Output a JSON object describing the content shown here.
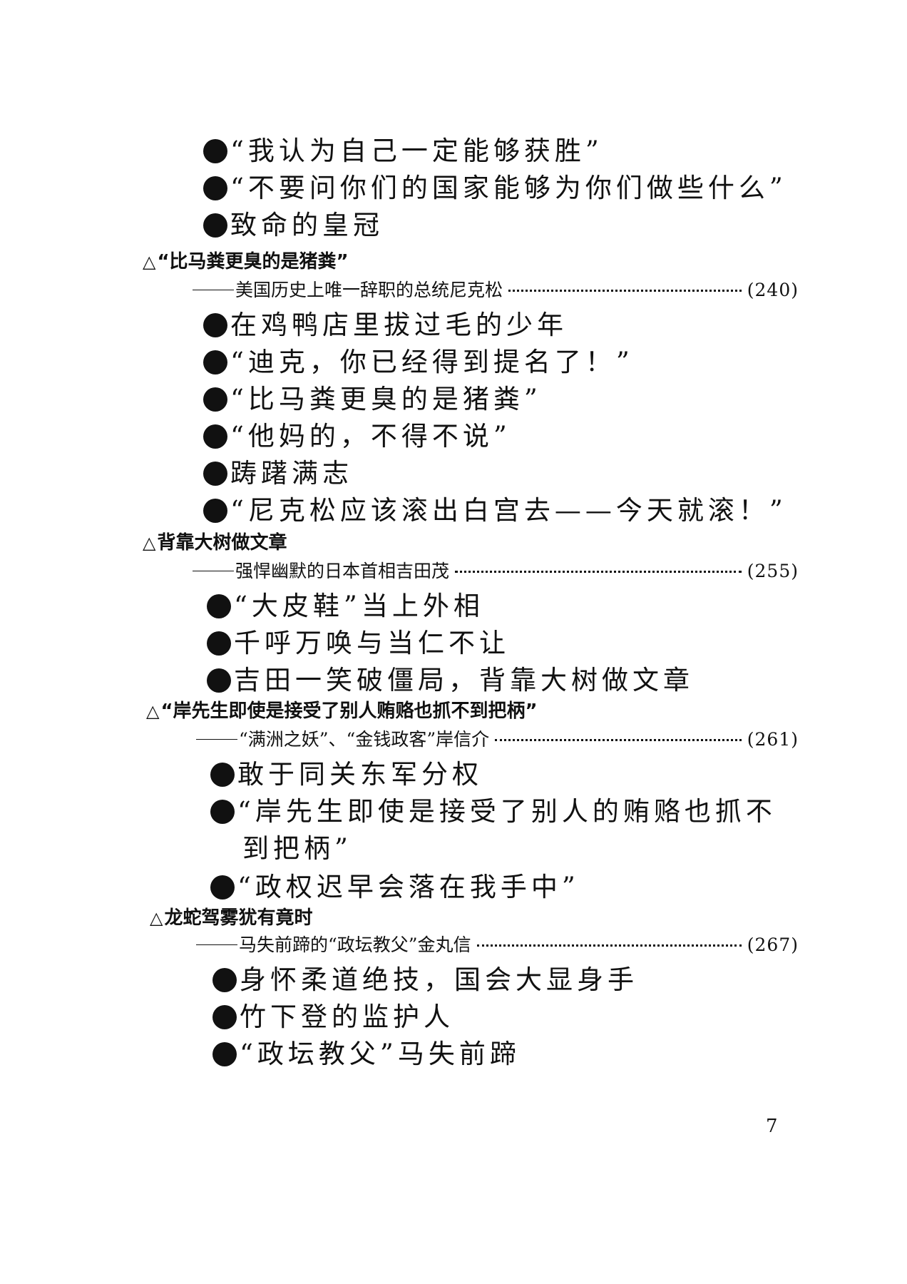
{
  "items_a": [
    "“我认为自己一定能够获胜”",
    "“不要问你们的国家能够为你们做些什么”",
    "致命的皇冠"
  ],
  "sections": [
    {
      "heading": "“比马粪更臭的是猪粪”",
      "subtitle": "美国历史上唯一辞职的总统尼克松",
      "page": "(240)",
      "items": [
        "在鸡鸭店里拔过毛的少年",
        "“迪克，你已经得到提名了！”",
        "“比马粪更臭的是猪粪”",
        "“他妈的，不得不说”",
        "踌躇满志",
        "“尼克松应该滚出白宫去——今天就滚！”"
      ]
    },
    {
      "heading": "背靠大树做文章",
      "subtitle": "强悍幽默的日本首相吉田茂",
      "page": "(255)",
      "items": [
        "“大皮鞋”当上外相",
        "千呼万唤与当仁不让",
        "吉田一笑破僵局，背靠大树做文章"
      ]
    },
    {
      "heading": "“岸先生即使是接受了别人贿赂也抓不到把柄”",
      "subtitle": "“满洲之妖”、“金钱政客”岸信介",
      "page": "(261)",
      "items": [
        "敢于同关东军分权",
        "“岸先生即使是接受了别人的贿赂也抓不",
        "“政权迟早会落在我手中”"
      ],
      "continuation": "到把柄”"
    },
    {
      "heading": "龙蛇驾雾犹有竟时",
      "subtitle": "马失前蹄的“政坛教父”金丸信",
      "page": "(267)",
      "items": [
        "身怀柔道绝技，国会大显身手",
        "竹下登的监护人",
        "“政坛教父”马失前蹄"
      ]
    }
  ],
  "page_number": "7"
}
